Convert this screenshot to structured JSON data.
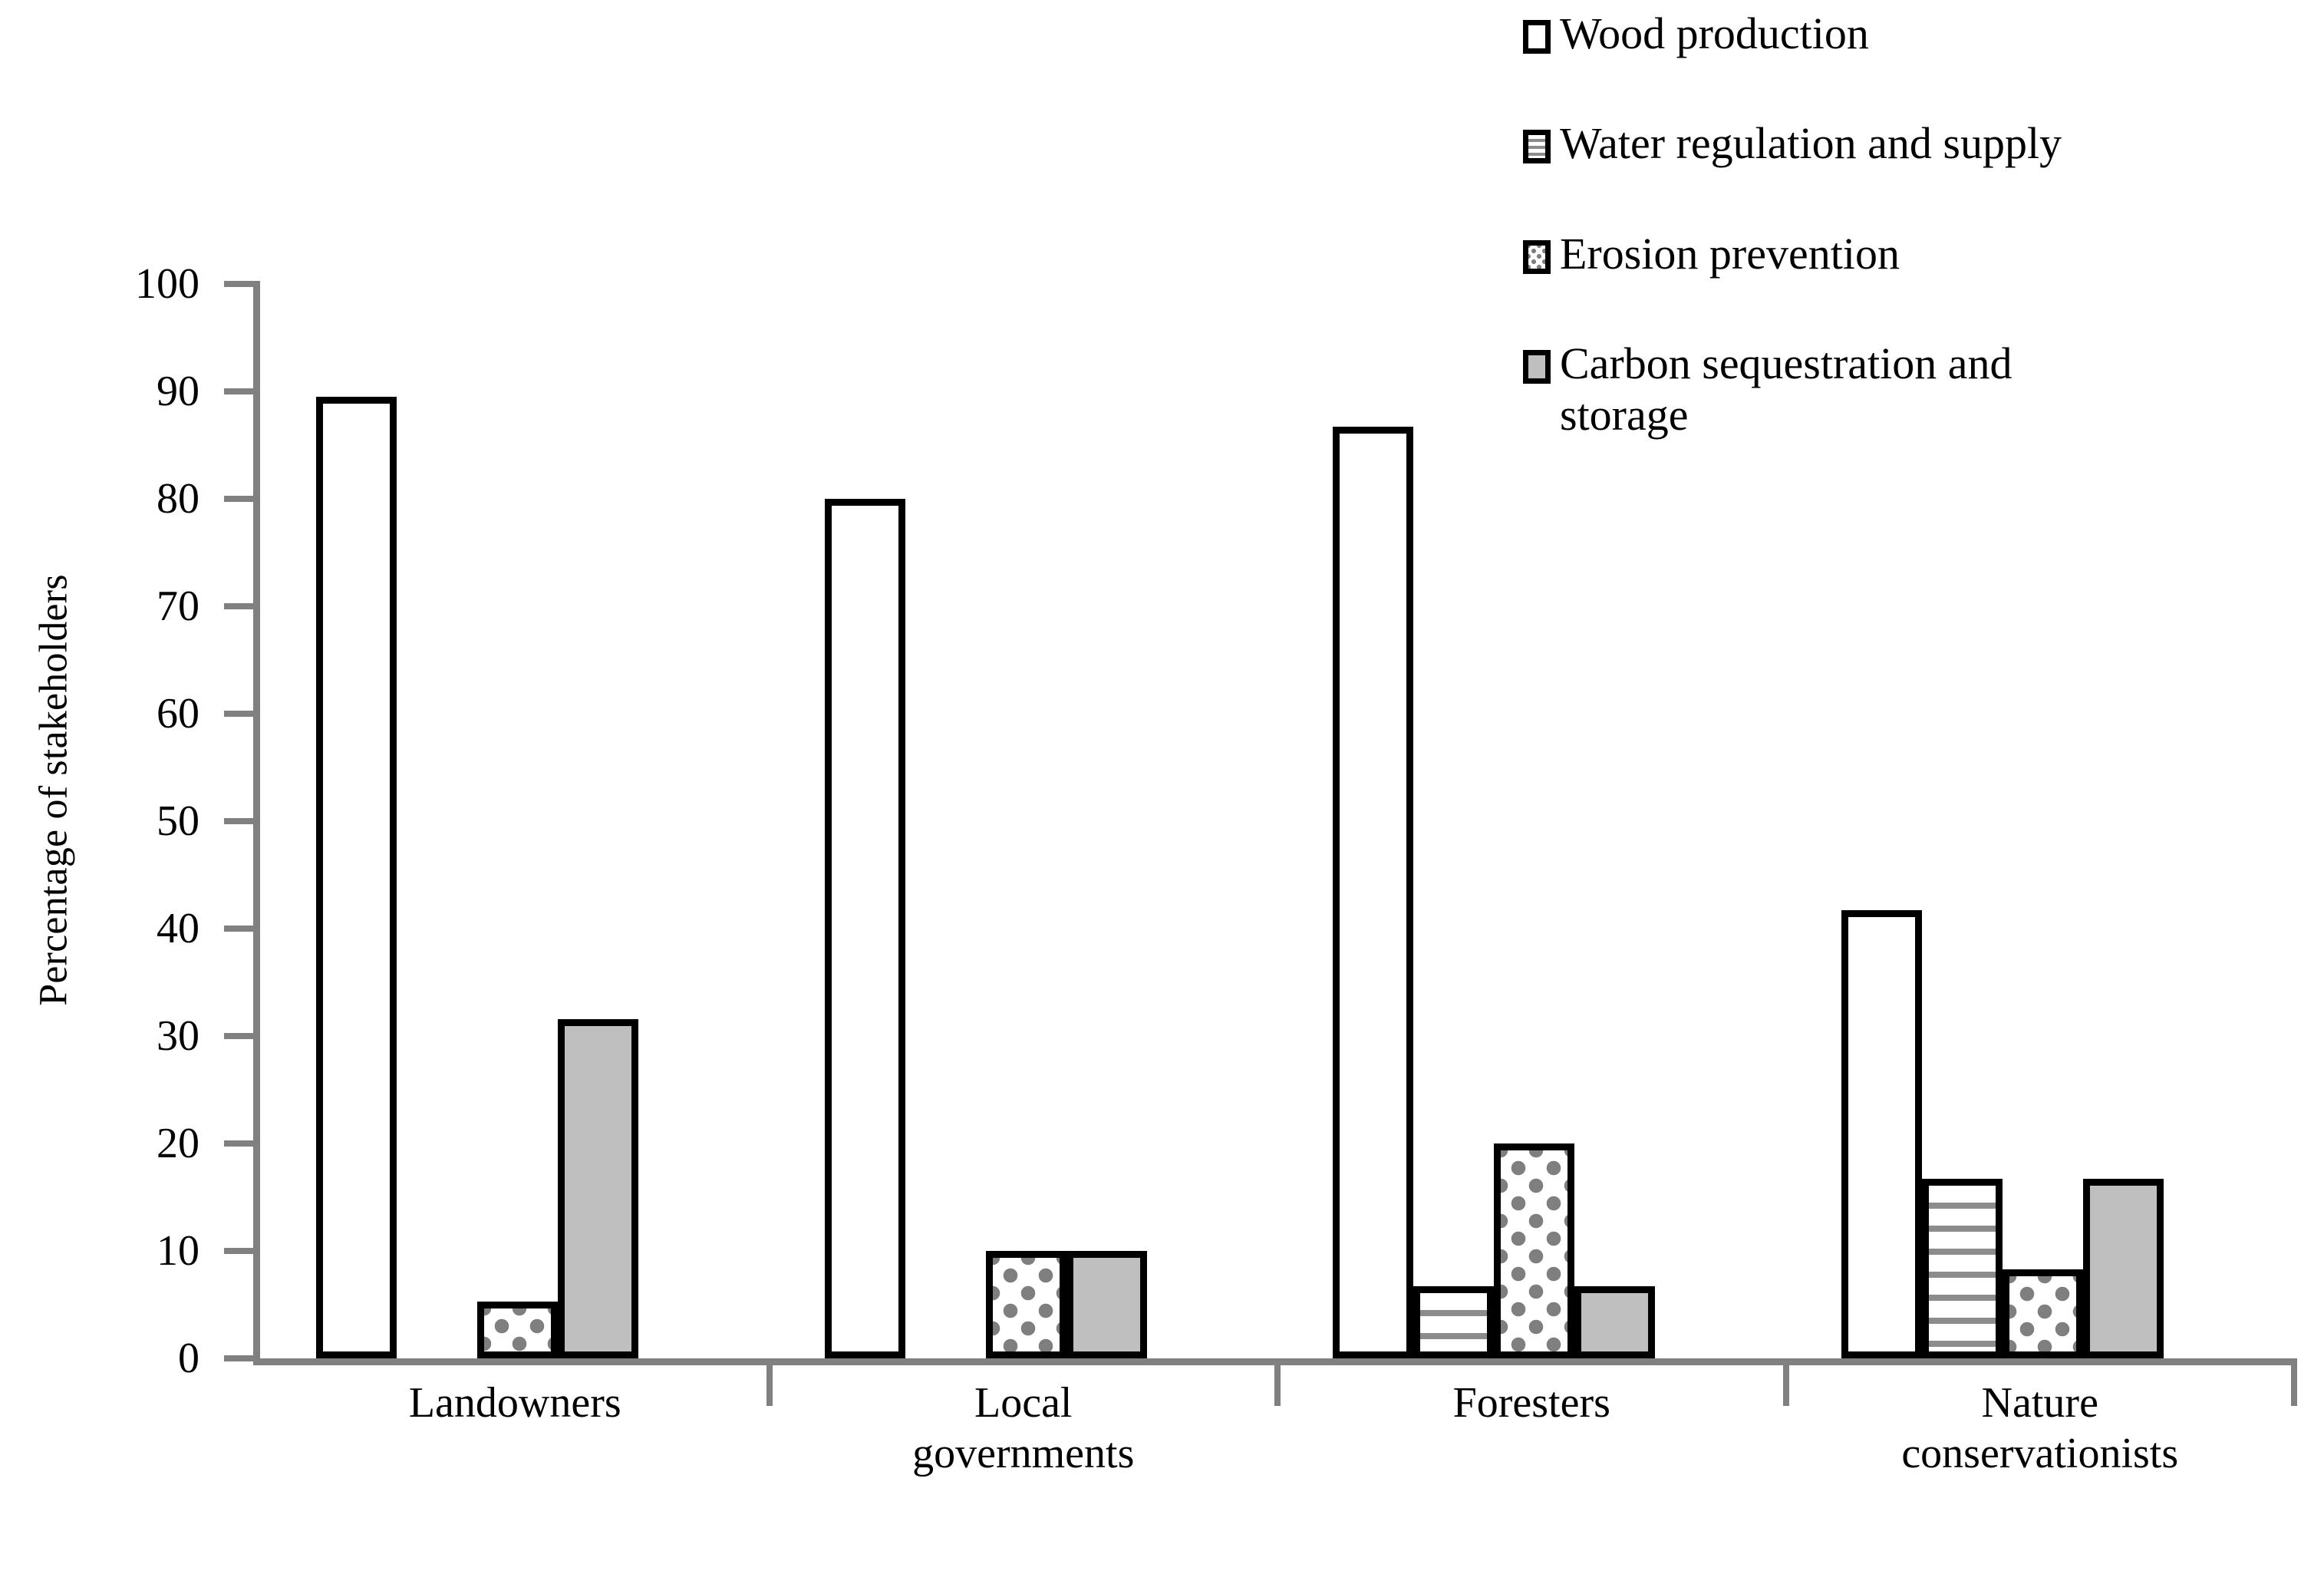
{
  "chart_data": {
    "type": "bar",
    "title": "",
    "subtitle": "",
    "xlabel": "",
    "ylabel": "Percentage of stakeholders",
    "ylim": [
      0,
      100
    ],
    "ytick_step": 10,
    "yticks": [
      "100",
      "90",
      "80",
      "70",
      "60",
      "50",
      "40",
      "30",
      "20",
      "10",
      "0"
    ],
    "grid": false,
    "legend_position": "top-right",
    "categories": [
      "Landowners",
      "Local governments",
      "Foresters",
      "Nature conservationists"
    ],
    "category_lines": [
      [
        "Landowners"
      ],
      [
        "Local",
        "governments"
      ],
      [
        "Foresters"
      ],
      [
        "Nature",
        "conservationists"
      ]
    ],
    "series": [
      {
        "name": "Wood production",
        "pattern": "solid-white",
        "fill": "#ffffff",
        "values": [
          89.5,
          80.0,
          86.7,
          41.7
        ]
      },
      {
        "name": "Water regulation and supply",
        "pattern": "horizontal-lines",
        "fill": "#ffffff",
        "values": [
          0,
          0,
          6.7,
          16.7
        ]
      },
      {
        "name": "Erosion prevention",
        "pattern": "scattered-dots",
        "fill": "#ffffff",
        "values": [
          5.3,
          10.0,
          20.0,
          8.3
        ]
      },
      {
        "name": "Carbon sequestration and storage",
        "pattern": "solid-gray",
        "fill": "#bfbfbf",
        "values": [
          31.6,
          10.0,
          6.7,
          16.7
        ]
      }
    ]
  },
  "legend": {
    "items": [
      {
        "label": "Wood production",
        "label_line2": ""
      },
      {
        "label": "Water regulation and supply",
        "label_line2": ""
      },
      {
        "label": "Erosion prevention",
        "label_line2": ""
      },
      {
        "label": "Carbon sequestration and",
        "label_line2": "storage"
      }
    ]
  },
  "colors": {
    "bar_outline": "#000000",
    "axis": "#808080",
    "gray_fill": "#bfbfbf",
    "pattern_gray": "#7f7f7f",
    "background": "#ffffff"
  }
}
